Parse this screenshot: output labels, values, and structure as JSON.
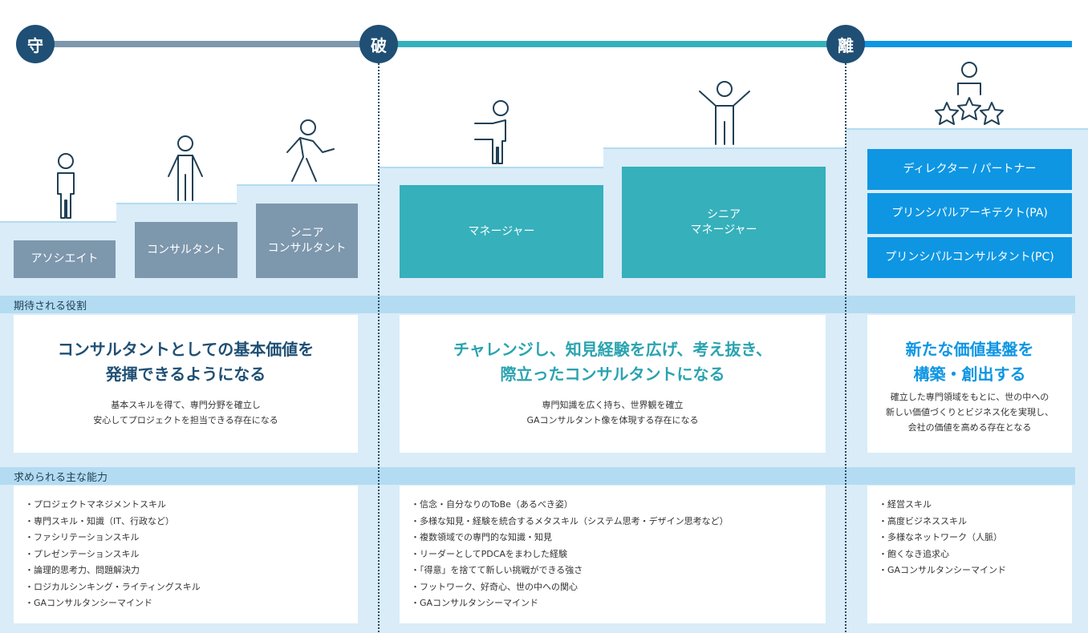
{
  "phases": [
    {
      "char": "守",
      "color": "#7d97ad"
    },
    {
      "char": "破",
      "color": "#36b0bb"
    },
    {
      "char": "離",
      "color": "#0e96e3"
    }
  ],
  "roles": {
    "associate": "アソシエイト",
    "consultant": "コンサルタント",
    "senior_consultant": "シニア\nコンサルタント",
    "manager": "マネージャー",
    "senior_manager": "シニア\nマネージャー",
    "director": "ディレクター / パートナー",
    "principal_architect": "プリンシパルアーキテクト(PA)",
    "principal_consultant": "プリンシパルコンサルタント(PC)"
  },
  "sections": {
    "expected_role": "期待される役割",
    "required_skills": "求められる主な能力"
  },
  "expectations": [
    {
      "headline": "コンサルタントとしての基本価値を\n発揮できるようになる",
      "description": "基本スキルを得て、専門分野を確立し\n安心してプロジェクトを担当できる存在になる"
    },
    {
      "headline": "チャレンジし、知見経験を広げ、考え抜き、\n際立ったコンサルタントになる",
      "description": "専門知識を広く持ち、世界観を確立\nGAコンサルタント像を体現する存在になる"
    },
    {
      "headline": "新たな価値基盤を\n構築・創出する",
      "description": "確立した専門領域をもとに、世の中への\n新しい価値づくりとビジネス化を実現し、\n会社の価値を高める存在となる"
    }
  ],
  "skills": [
    [
      "・プロジェクトマネジメントスキル",
      "・専門スキル・知識（IT、行政など）",
      "・ファシリテーションスキル",
      "・プレゼンテーションスキル",
      "・論理的思考力、問題解決力",
      "・ロジカルシンキング・ライティングスキル",
      "・GAコンサルタンシーマインド"
    ],
    [
      "・信念・自分なりのToBe（あるべき姿）",
      "・多様な知見・経験を統合するメタスキル（システム思考・デザイン思考など）",
      "・複数領域での専門的な知識・知見",
      "・リーダーとしてPDCAをまわした経験",
      "・「得意」を捨てて新しい挑戦ができる強さ",
      "・フットワーク、好奇心、世の中への関心",
      "・GAコンサルタンシーマインド"
    ],
    [
      "・経営スキル",
      "・高度ビジネススキル",
      "・多様なネットワーク（人脈）",
      "・飽くなき追求心",
      "・GAコンサルタンシーマインド"
    ]
  ]
}
